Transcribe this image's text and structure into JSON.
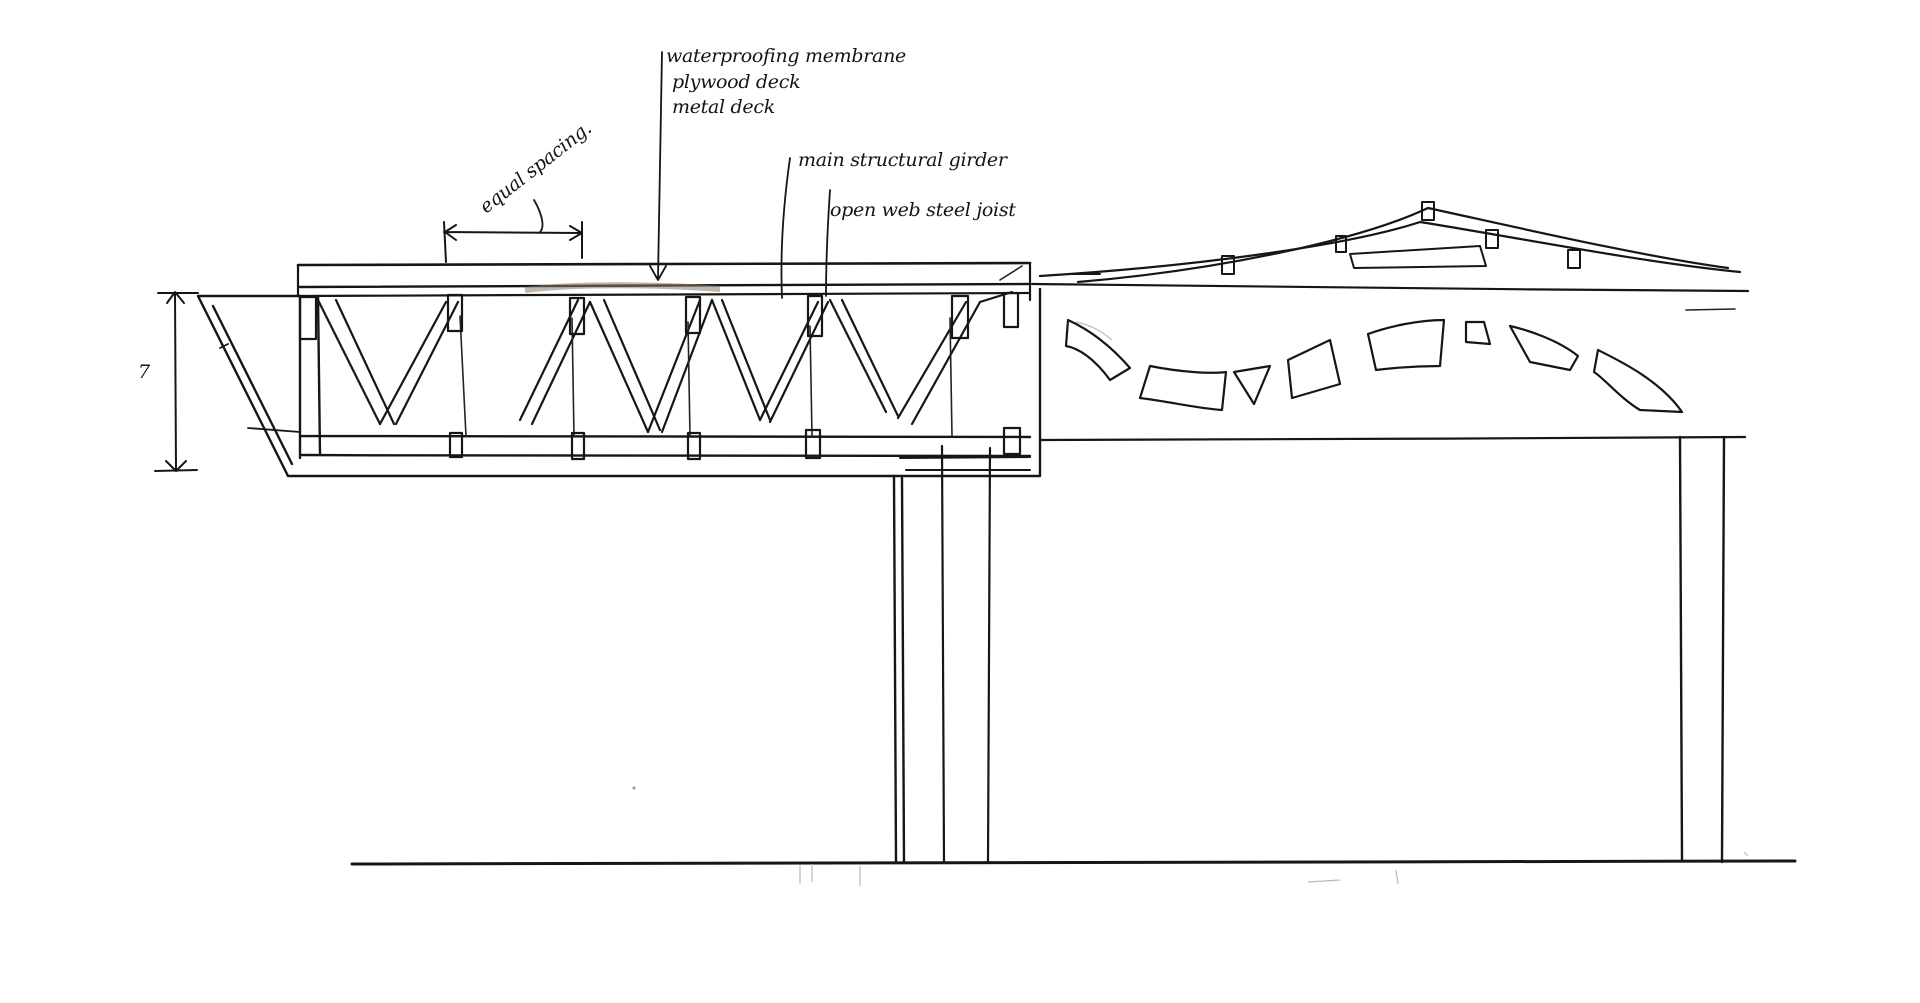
{
  "annotations": {
    "membrane": "waterproofing membrane",
    "plywood": "plywood deck",
    "metal": "metal deck",
    "girder": "main structural girder",
    "joist": "open web steel joist",
    "spacing": "equal spacing.",
    "depth": "7"
  },
  "colors": {
    "ink": "#161616",
    "paper": "#ffffff",
    "smudge": "#8a7a6a"
  }
}
